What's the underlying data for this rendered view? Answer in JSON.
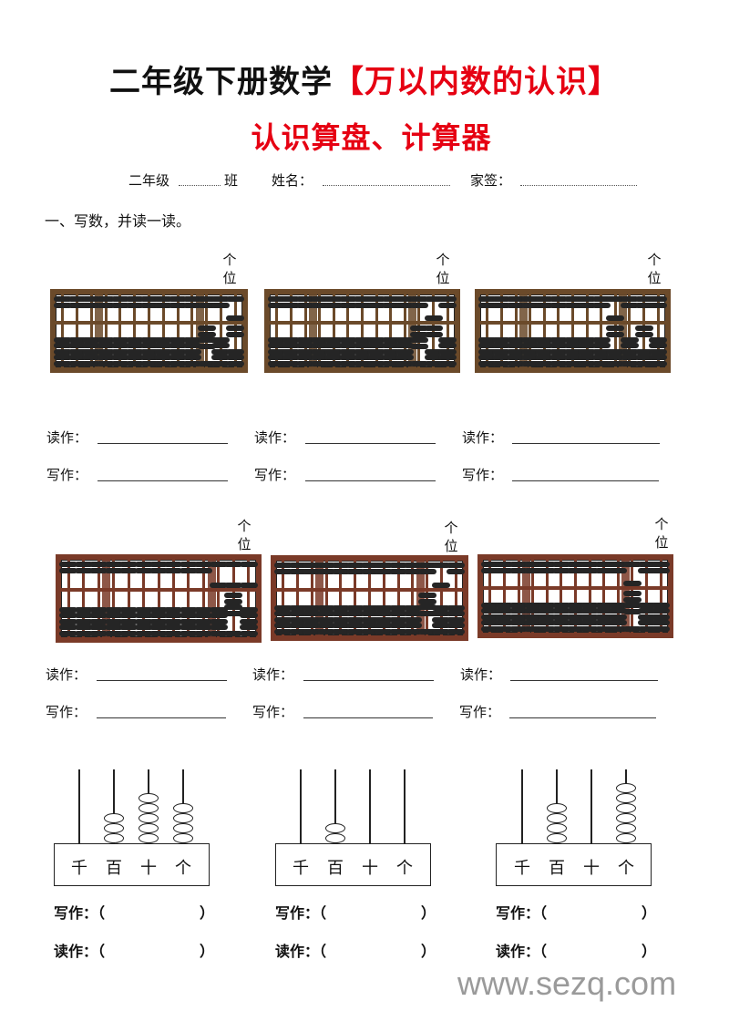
{
  "header": {
    "title_black": "二年级下册数学",
    "title_red": "【万以内数的认识】",
    "subtitle": "认识算盘、计算器"
  },
  "info_line": {
    "grade_label": "二年级",
    "class_label": "班",
    "name_label": "姓名：",
    "parent_label": "家签："
  },
  "section1": {
    "heading": "一、写数，并读一读。",
    "place_label_top": "个",
    "place_label_bottom": "位",
    "read_label": "读作：",
    "write_label": "写作：",
    "abacus_color_row1": "#6b4a2a",
    "abacus_color_row2": "#7a3a28",
    "abaci_row1": [
      {
        "rods_upper_down": [
          0,
          0,
          0,
          0,
          0,
          0,
          0,
          0,
          0,
          0,
          0,
          0,
          1
        ],
        "rods_lower_up": [
          0,
          0,
          0,
          0,
          0,
          0,
          0,
          0,
          0,
          0,
          4,
          0,
          2
        ]
      },
      {
        "rods_upper_down": [
          0,
          0,
          0,
          0,
          0,
          0,
          0,
          0,
          0,
          0,
          0,
          1,
          0
        ],
        "rods_lower_up": [
          0,
          0,
          0,
          0,
          0,
          0,
          0,
          0,
          0,
          0,
          4,
          2,
          0
        ]
      },
      {
        "rods_upper_down": [
          0,
          0,
          0,
          0,
          0,
          0,
          0,
          0,
          0,
          1,
          0,
          0,
          0
        ],
        "rods_lower_up": [
          0,
          0,
          0,
          0,
          0,
          0,
          0,
          0,
          0,
          2,
          0,
          2,
          0
        ]
      }
    ],
    "abaci_row2": [
      {
        "rods_upper_down": [
          0,
          0,
          0,
          0,
          0,
          0,
          0,
          0,
          0,
          0,
          1,
          1,
          1
        ],
        "rods_lower_up": [
          0,
          0,
          0,
          0,
          0,
          0,
          0,
          0,
          0,
          0,
          0,
          4,
          0
        ]
      },
      {
        "rods_upper_down": [
          0,
          0,
          0,
          0,
          0,
          0,
          0,
          0,
          0,
          0,
          0,
          1,
          0
        ],
        "rods_lower_up": [
          0,
          0,
          0,
          0,
          0,
          0,
          0,
          0,
          0,
          0,
          4,
          0,
          0
        ]
      },
      {
        "rods_upper_down": [
          0,
          0,
          0,
          0,
          0,
          0,
          0,
          0,
          0,
          0,
          1,
          0,
          0
        ],
        "rods_lower_up": [
          0,
          0,
          0,
          0,
          0,
          0,
          0,
          0,
          0,
          0,
          4,
          0,
          0
        ]
      }
    ]
  },
  "section2": {
    "place_names": [
      "千",
      "百",
      "十",
      "个"
    ],
    "write_label": "写作：（",
    "read_label": "读作：（",
    "close_paren": "）",
    "abaci": [
      {
        "beads": [
          0,
          3,
          5,
          4
        ]
      },
      {
        "beads": [
          0,
          2,
          0,
          0
        ]
      },
      {
        "beads": [
          0,
          4,
          0,
          6
        ]
      }
    ]
  },
  "watermark": "www.sezq.com"
}
